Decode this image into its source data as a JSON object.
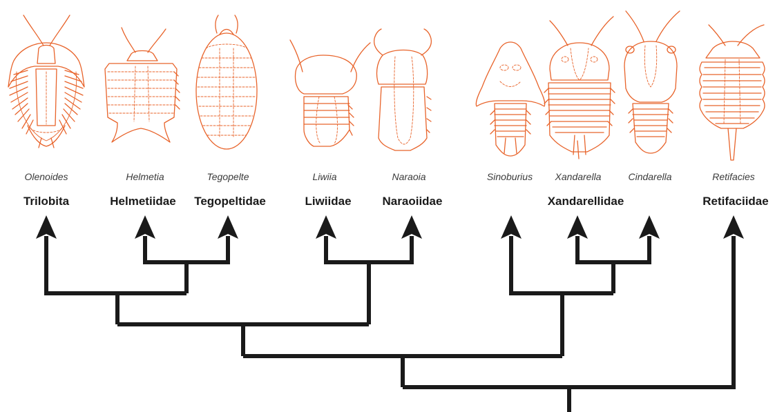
{
  "colors": {
    "fossil": "#e8632a",
    "tree": "#1a1a1a",
    "genus_text": "#3a3a3a"
  },
  "taxa": [
    {
      "genus": "Olenoides",
      "family": "Trilobita"
    },
    {
      "genus": "Helmetia",
      "family": "Helmetiidae"
    },
    {
      "genus": "Tegopelte",
      "family": "Tegopeltidae"
    },
    {
      "genus": "Liwiia",
      "family": "Liwiidae"
    },
    {
      "genus": "Naraoia",
      "family": "Naraoiidae"
    },
    {
      "genus": "Sinoburius",
      "family": ""
    },
    {
      "genus": "Xandarella",
      "family": "Xandarellidae"
    },
    {
      "genus": "Cindarella",
      "family": ""
    },
    {
      "genus": "Retifacies",
      "family": "Retifaciidae"
    }
  ],
  "tree": {
    "clades": [
      [
        "Helmetia",
        "Tegopelte"
      ],
      [
        "Olenoides",
        "Helmetia",
        "Tegopelte"
      ],
      [
        "Liwiia",
        "Naraoia"
      ],
      [
        "Olenoides",
        "Helmetia",
        "Tegopelte",
        "Liwiia",
        "Naraoia"
      ],
      [
        "Xandarella",
        "Cindarella"
      ],
      [
        "Sinoburius",
        "Xandarella",
        "Cindarella"
      ],
      [
        "Olenoides",
        "Helmetia",
        "Tegopelte",
        "Liwiia",
        "Naraoia",
        "Sinoburius",
        "Xandarella",
        "Cindarella"
      ],
      [
        "Olenoides",
        "Helmetia",
        "Tegopelte",
        "Liwiia",
        "Naraoia",
        "Sinoburius",
        "Xandarella",
        "Cindarella",
        "Retifacies"
      ]
    ]
  }
}
